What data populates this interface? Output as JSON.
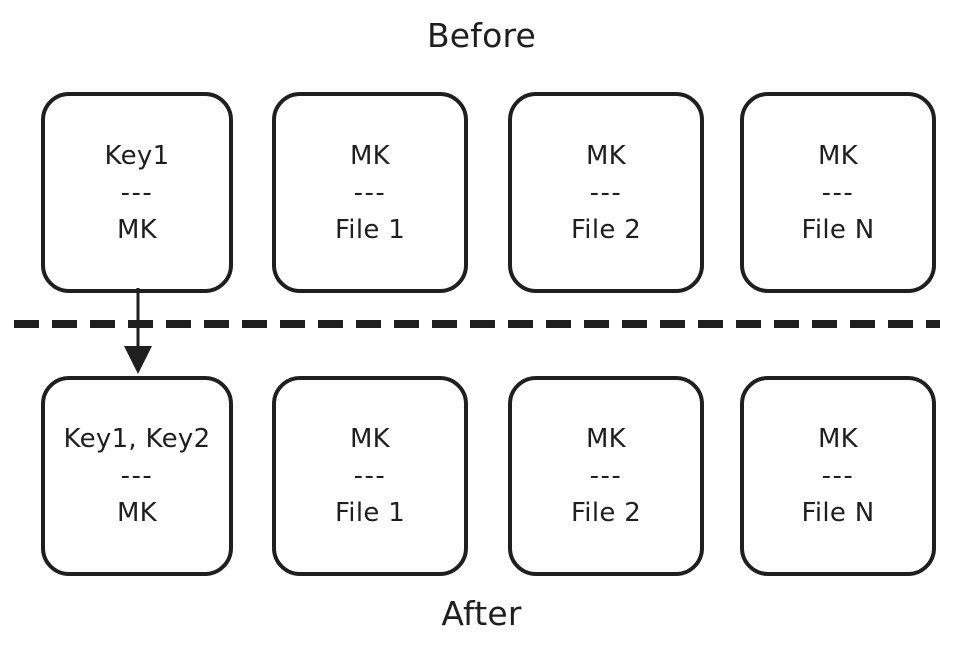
{
  "diagram": {
    "title_before": "Before",
    "title_after": "After",
    "colors": {
      "stroke": "#1f1f1f",
      "fill": "#ffffff",
      "text": "#1f1f1f"
    },
    "separator_line": "dashed",
    "arrow": {
      "name": "transition-arrow",
      "from": "before-key-box",
      "to": "after-key-box",
      "direction": "down"
    },
    "before": {
      "boxes": [
        {
          "top": "Key1",
          "sep": "---",
          "bottom": "MK"
        },
        {
          "top": "MK",
          "sep": "---",
          "bottom": "File 1"
        },
        {
          "top": "MK",
          "sep": "---",
          "bottom": "File 2"
        },
        {
          "top": "MK",
          "sep": "---",
          "bottom": "File N"
        }
      ]
    },
    "after": {
      "boxes": [
        {
          "top": "Key1, Key2",
          "sep": "---",
          "bottom": "MK"
        },
        {
          "top": "MK",
          "sep": "---",
          "bottom": "File 1"
        },
        {
          "top": "MK",
          "sep": "---",
          "bottom": "File 2"
        },
        {
          "top": "MK",
          "sep": "---",
          "bottom": "File N"
        }
      ]
    }
  }
}
